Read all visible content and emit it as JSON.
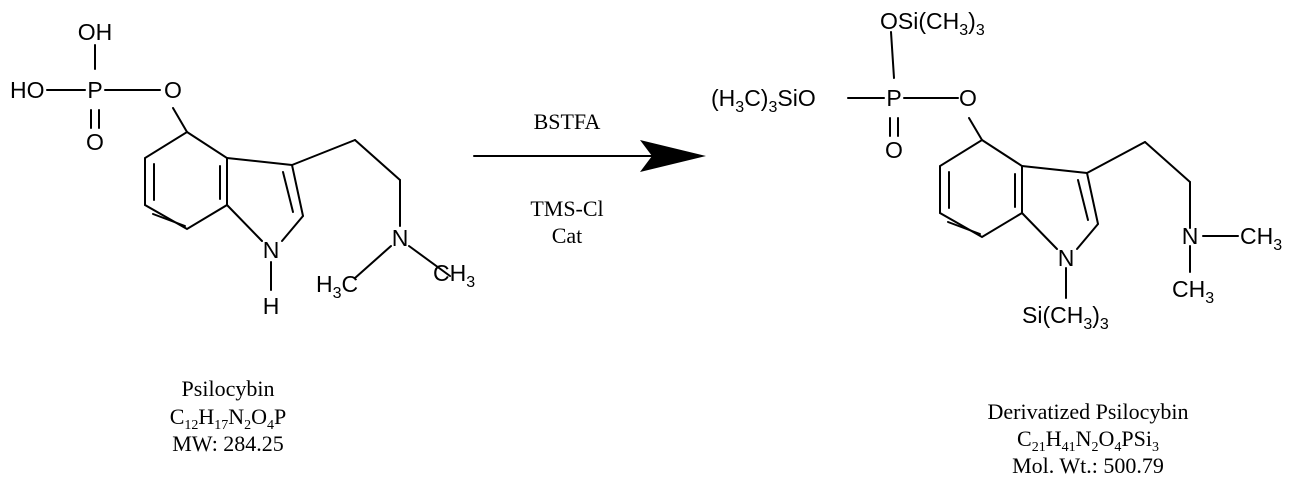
{
  "reagents": {
    "above": "BSTFA",
    "below_1": "TMS-Cl",
    "below_2": "Cat"
  },
  "reactant": {
    "name": "Psilocybin",
    "formula": {
      "C": "C",
      "c_n": "12",
      "H": "H",
      "h_n": "17",
      "N": "N",
      "n_n": "2",
      "O": "O",
      "o_n": "4",
      "tail": "P"
    },
    "mw": "MW:  284.25",
    "atoms": {
      "oh_top": "OH",
      "ho_left": "HO",
      "p": "P",
      "o_dbl": "O",
      "o_ester": "O",
      "nh": "N",
      "h": "H",
      "n_amine": "N",
      "h3c": "H3C",
      "ch3": "CH3"
    }
  },
  "product": {
    "name": "Derivatized Psilocybin",
    "formula": {
      "C": "C",
      "c_n": "21",
      "H": "H",
      "h_n": "41",
      "N": "N",
      "n_n": "2",
      "O": "O",
      "o_n": "4",
      "tail": "PSi",
      "tail_n": "3"
    },
    "mw": "Mol. Wt.: 500.79",
    "atoms": {
      "osi_top": "OSi(CH3)3",
      "h3c3sio": "(H3C)3SiO",
      "p": "P",
      "o_dbl": "O",
      "o_ester": "O",
      "n_ring": "N",
      "si_n": "Si(CH3)3",
      "n_amine": "N",
      "ch3_right": "CH3",
      "ch3_down": "CH3"
    }
  }
}
